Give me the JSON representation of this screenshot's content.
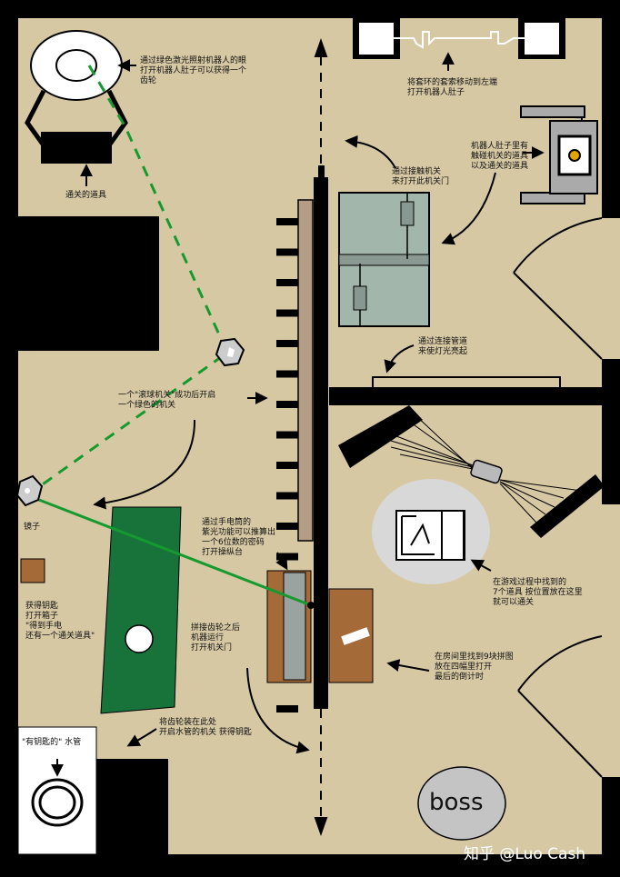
{
  "notes": {
    "laser_eye": "通过绿色激光照射机器人的眼\n打开机器人肚子可以获得一个\n齿轮",
    "exit_item_top": "通关的道具",
    "move_sleeve": "将套环的套索移动到左端\n打开机器人肚子",
    "belly_right": "机器人肚子里有\n触碰机关的道具\n以及通关的道具",
    "touch_switch": "通过接触机关\n来打开此机关门",
    "pipe_light": "通过连接管道\n来使灯光亮起",
    "ball_switch": "一个\"滚球机关\"成功后开启\n一个绿色的机关",
    "mirror": "镜子",
    "flashlight": "通过手电筒的\n紫光功能可以推算出\n一个6位数的密码\n打开操纵台",
    "key": "获得钥匙\n打开箱子\n\"得到手电\n还有一个通关道具\"",
    "gears": "拼接齿轮之后\n机器运行\n打开机关门",
    "pipe_key": "\"有钥匙的\" 水管",
    "gear_here": "将齿轮装在此处\n开启水管的机关 获得钥匙",
    "seven_items": "在游戏过程中找到的\n7个道具 按位置放在这里\n就可以通关",
    "nine_puzzle": "在房间里找到9块拼图\n放在四幅里打开\n最后的倒计时"
  },
  "boss_label": "boss",
  "watermark": "知乎 @Luo Cash",
  "colors": {
    "floor": "#d7c8a4",
    "wall": "#000000",
    "laser": "#159a2f",
    "green_mat": "#17733a",
    "teal_panel": "#a3b6ac",
    "console_gray": "#9aa3a0",
    "brown": "#a46a37"
  },
  "icons": [
    "robot-eye-ring",
    "robot-console",
    "robot-side",
    "gear-disc",
    "mirror-hexagon",
    "puzzle-glyph",
    "spotlight"
  ]
}
